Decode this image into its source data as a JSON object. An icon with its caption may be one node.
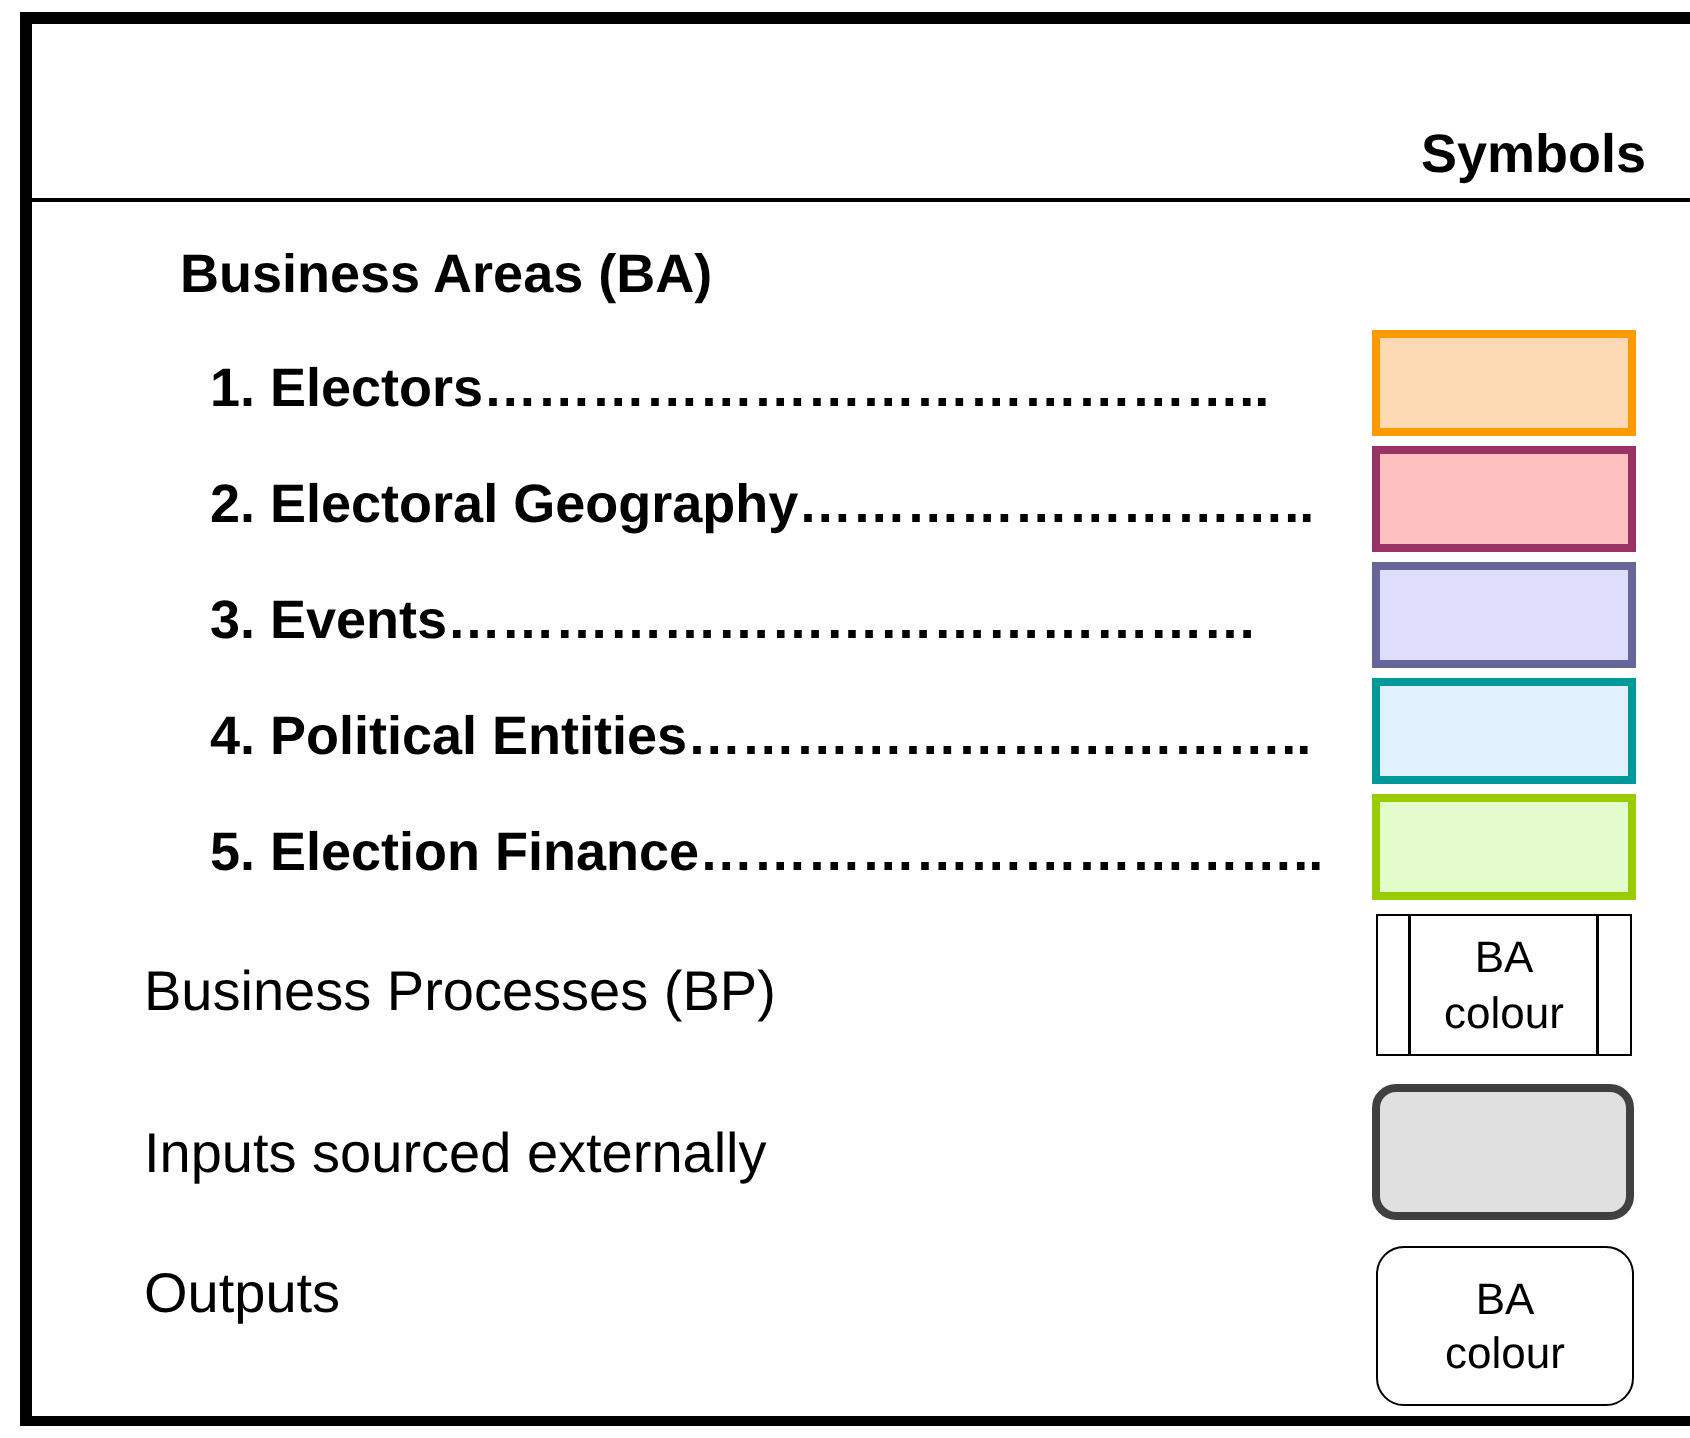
{
  "diagram": {
    "title": "Symbols",
    "nodes": [
      {
        "text": [
          "BA colour"
        ]
      },
      {
        "text": [],
        "shape": "box"
      },
      {
        "text": [
          "BA colour"
        ]
      }
    ],
    "labels": [
      "Business Areas (BA)",
      "Business Processes (BP)",
      "Inputs sourced externally",
      "Outputs"
    ],
    "legend": [
      {
        "text": "1. Electors……………………………………..",
        "color": "#fdd9b4"
      },
      {
        "text": "2. Electoral Geography………………………..",
        "color": "#ffc0c0"
      },
      {
        "text": "3. Events………………………………………",
        "color": "#dedefc"
      },
      {
        "text": "4. Political Entities……………………………..",
        "color": "#e0f0fc"
      },
      {
        "text": "5. Election Finance……………………………..",
        "color": "#e4fccc"
      }
    ]
  }
}
